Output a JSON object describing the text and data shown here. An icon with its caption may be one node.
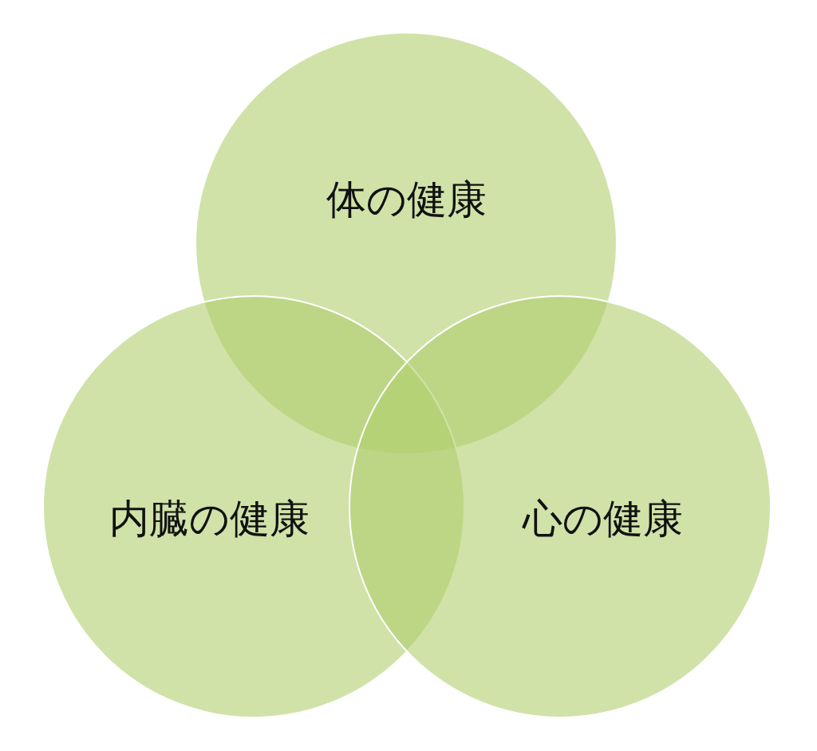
{
  "diagram": {
    "nodes": [
      {
        "text": [
          "体の健康"
        ]
      },
      {
        "text": [
          "内臓の健康"
        ]
      },
      {
        "text": [
          "心の健康"
        ]
      }
    ]
  }
}
